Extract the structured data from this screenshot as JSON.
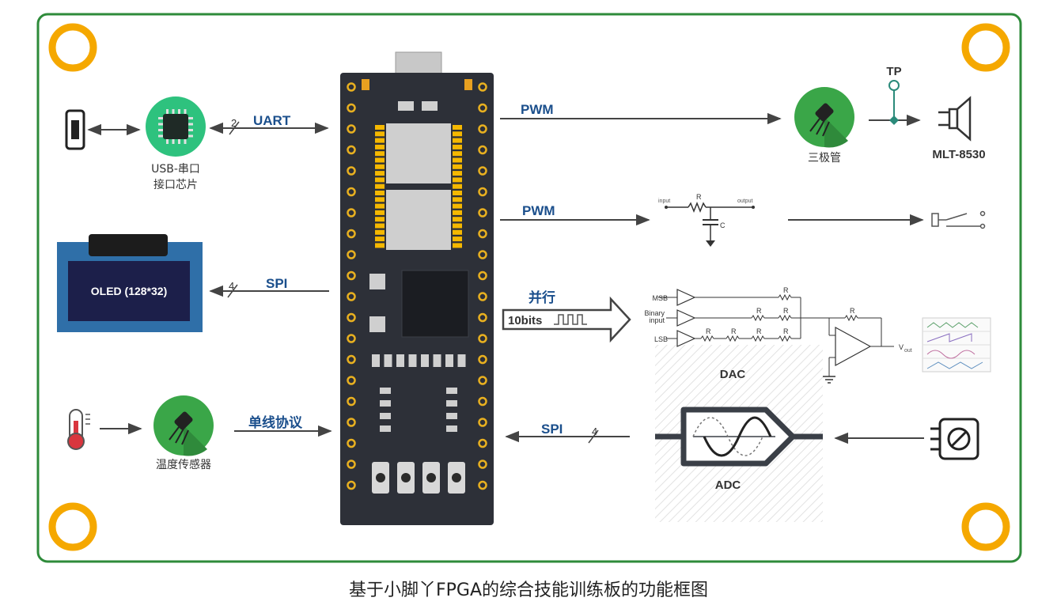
{
  "colors": {
    "board_border": "#2e8b3a",
    "mount_hole": "#f5a800",
    "fpga_board": "#2d3038",
    "chip_green": "#2ec27e",
    "transistor_green": "#3aa648",
    "label_blue": "#1b4f8c",
    "oled_screen": "#1c1f4a",
    "oled_frame": "#2f6fa8"
  },
  "labels": {
    "uart": "UART",
    "uart_bus": "2",
    "usb_chip_line1": "USB-串口",
    "usb_chip_line2": "接口芯片",
    "oled": "OLED (128*32)",
    "spi_oled": "SPI",
    "spi_oled_bus": "4",
    "temp_sensor": "温度传感器",
    "one_wire": "单线协议",
    "pwm_top": "PWM",
    "transistor": "三极管",
    "tp": "TP",
    "speaker": "MLT-8530",
    "pwm_mid": "PWM",
    "rc_r": "R",
    "rc_c": "C",
    "rc_input": "input",
    "rc_output": "output",
    "parallel": "并行",
    "bits": "10bits",
    "dac_msb": "MSB",
    "dac_binary": "Binary",
    "dac_input": "input",
    "dac_lsb": "LSB",
    "dac_r": "R",
    "dac_vout": "V",
    "dac_vout_sub": "out",
    "dac": "DAC",
    "spi_adc": "SPI",
    "spi_adc_bus": "4",
    "adc": "ADC"
  },
  "icons": [
    "micro-usb-icon",
    "usb-serial-chip-icon",
    "oled-display-icon",
    "thermometer-icon",
    "transistor-icon",
    "speaker-icon",
    "relay-switch-icon",
    "rc-filter-icon",
    "dac-circuit-icon",
    "waveform-display-icon",
    "adc-icon",
    "potentiometer-icon",
    "fpga-board-icon",
    "mounting-hole-icon"
  ],
  "caption": "基于小脚丫FPGA的综合技能训练板的功能框图"
}
